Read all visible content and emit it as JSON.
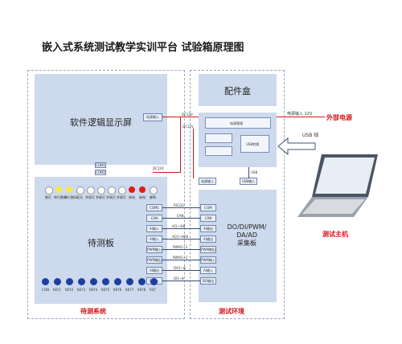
{
  "title": "嵌入式系统测试教学实训平台    试验箱原理图",
  "left_panel": {
    "display_label": "软件逻辑显示屏",
    "board_label": "待测板",
    "power_in": "电源输入",
    "system_label": "待测系统",
    "com_labels": [
      "COM1",
      "COM2"
    ],
    "led_labels": [
      "数灯",
      "串行数码",
      "串行数码",
      "双光",
      "并联灯",
      "并联灯",
      "并联灯",
      "并联灯",
      "继电",
      "继电",
      "蜂鸣"
    ],
    "button_labels": [
      "CON",
      "KEY1",
      "KEY2",
      "KEY3",
      "KEY4",
      "KEY5",
      "KEY6",
      "KEY7",
      "KEY8",
      "RST"
    ],
    "port_labels": [
      "COM1",
      "CAN",
      "AI输入",
      "AI输入",
      "PWM输入",
      "PWM输出",
      "AI输出",
      "DI输入"
    ]
  },
  "right_panel": {
    "accessory_box": "配件盒",
    "main_board": "DO/DI/PWM/\nDA/AD\n采集板",
    "env_label": "测试环境",
    "power_label": "电源输入 12V",
    "power_mgmt": "电源管理",
    "usb_convert": "USB转换",
    "usb_label": "USB 线",
    "usb_in": "USB输入",
    "power_in": "电源输入",
    "port_labels": [
      "COM",
      "CAN",
      "AI输出",
      "AI输出",
      "PWM输出",
      "PWM输入",
      "AI输入",
      "DO输出"
    ]
  },
  "wire_labels": {
    "dc12v_a": "DC12V",
    "dc12v_b": "DC12V",
    "dc12v_c": "DC12V",
    "rs232": "RS232",
    "can": "CAN",
    "ai_sig": [
      "AI1~AI8",
      "AO1~AO8"
    ],
    "pwm": [
      "PWM1~2",
      "PWM1~2"
    ],
    "do": [
      "DO1~8",
      "DI1~8"
    ],
    "usb": "USB"
  },
  "external": {
    "power_source": "外部电源",
    "host": "测试主机"
  },
  "colors": {
    "panel": "#cdd9ec",
    "red": "#d4161a",
    "blue_btn": "#1f3f9f",
    "led_white": "#ffffff",
    "led_yellow": "#f5e94a",
    "led_red": "#e21b1b"
  }
}
